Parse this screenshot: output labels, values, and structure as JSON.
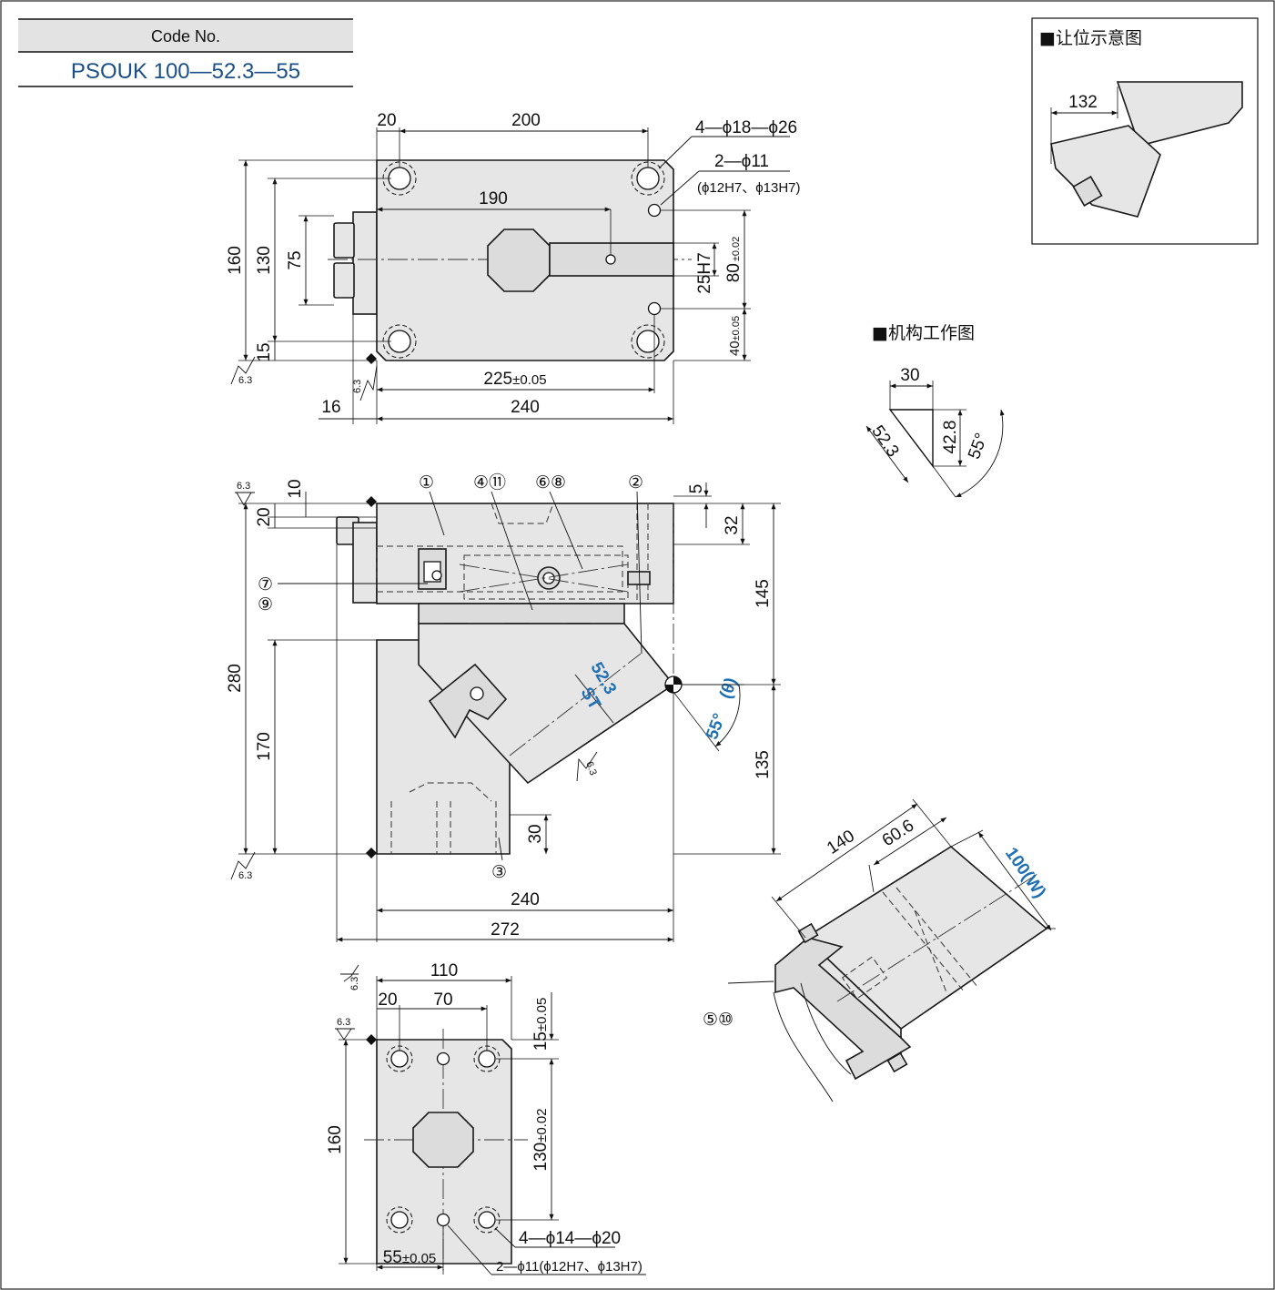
{
  "code_box": {
    "title": "Code No.",
    "value": "PSOUK 100—52.3—55"
  },
  "panels": {
    "clearance": "■让位示意图",
    "mechanism": "■机构工作图"
  },
  "top_view": {
    "d20": "20",
    "d200": "200",
    "d190": "190",
    "d160": "160",
    "d130": "130",
    "d75": "75",
    "d15": "15",
    "d16": "16",
    "d240": "240",
    "d225": "225",
    "d225_tol": "±0.05",
    "d25h7": "25H7",
    "d80": "80",
    "d80_tol": "±0.02",
    "d40": "40",
    "d40_tol": "±0.05",
    "holes_a": "4—ϕ18—ϕ26",
    "holes_b": "2—ϕ11",
    "holes_b_fit": "(ϕ12H7、ϕ13H7)",
    "rough": "6.3"
  },
  "front_view": {
    "d10": "10",
    "d20": "20",
    "d5": "5",
    "d32": "32",
    "d145": "145",
    "d135": "135",
    "d280": "280",
    "d170": "170",
    "d30": "30",
    "d240": "240",
    "d272": "272",
    "st_value": "52.3",
    "st_label": "ST",
    "angle": "55°",
    "theta": "(θ)",
    "rough": "6.3",
    "callouts": [
      "①",
      "④⑪",
      "⑥⑧",
      "②",
      "⑦",
      "⑨",
      "③"
    ]
  },
  "bottom_view": {
    "d110": "110",
    "d20": "20",
    "d70": "70",
    "d160": "160",
    "d15": "15",
    "d15_tol": "±0.05",
    "d130": "130",
    "d130_tol": "±0.02",
    "d55": "55",
    "d55_tol": "±0.05",
    "holes_a": "4—ϕ14—ϕ20",
    "holes_b": "2—ϕ11(ϕ12H7、ϕ13H7)",
    "rough": "6.3"
  },
  "clearance_view": {
    "d132": "132"
  },
  "mechanism_view": {
    "d30": "30",
    "d52": "52.3",
    "d42": "42.8",
    "angle": "55°"
  },
  "iso_view": {
    "d140": "140",
    "d60": "60.6",
    "w_label": "100(W)",
    "callout": "⑤⑩"
  }
}
